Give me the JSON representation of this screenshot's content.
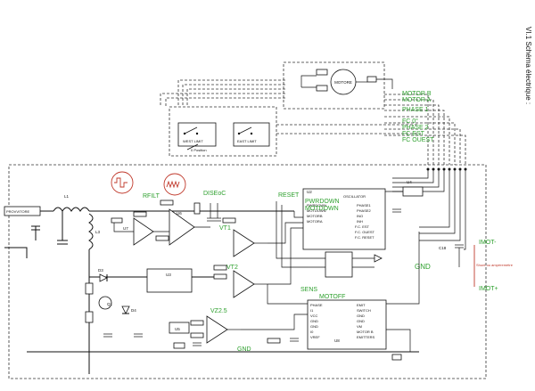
{
  "title": "VI.1 Schéma électrique :",
  "nets": {
    "motor_b": "MOTOR B",
    "motor_a": "MOTOR A",
    "phase_1": "PHASE 1",
    "fc_0": "FC 0°",
    "phase_2": "PHASE 2",
    "fc_est": "FC EST",
    "fc_ouest": "FC OUEST",
    "rfilt": "RFILT",
    "disec": "DISEoC",
    "reset": "RESET",
    "pwrdown": "PWRDOWN",
    "motdown": "MOTDOWN",
    "vt1": "VT1",
    "vt2": "VT2",
    "vz25": "VZ2.5",
    "gnd_right": "GND",
    "gnd_bottom": "GND",
    "sens": "SENS",
    "motoff": "MOTOFF",
    "imot_minus": "IMOT-",
    "imot_plus": "IMOT+"
  },
  "components": {
    "motor": "MOTORE",
    "west_limit": "WEST LIMIT",
    "east_limit": "EAST LIMIT",
    "zero_position": "0 Position",
    "l1": "L1",
    "l3": "L3",
    "u3": "U3",
    "u5": "U5",
    "u6": "U6",
    "u2": "U2",
    "u7": "U7",
    "u8": "U8",
    "u4": "U4",
    "d3": "D3",
    "d4": "D4",
    "q1": "Q1",
    "c18": "C18",
    "shunt_note": "Shunt ou ampèremètre",
    "alimentation": "PROVVITORE",
    "u2_pins": [
      "OSCILLATOR",
      "PHASE1",
      "PHASE2",
      "INO",
      "INH",
      "F.C. EST",
      "F.C. OUEST",
      "F.C. RESET",
      "PWRDOWN",
      "MOTDOWN",
      "MOTORB",
      "MOTORA"
    ],
    "u8_pins": [
      "PHASE",
      "I1",
      "VCC",
      "GND",
      "GND",
      "I0",
      "VREF",
      "EMIT",
      "SWITCH",
      "GND",
      "GND",
      "VM",
      "MOTOR B",
      "EMITTERS"
    ]
  }
}
